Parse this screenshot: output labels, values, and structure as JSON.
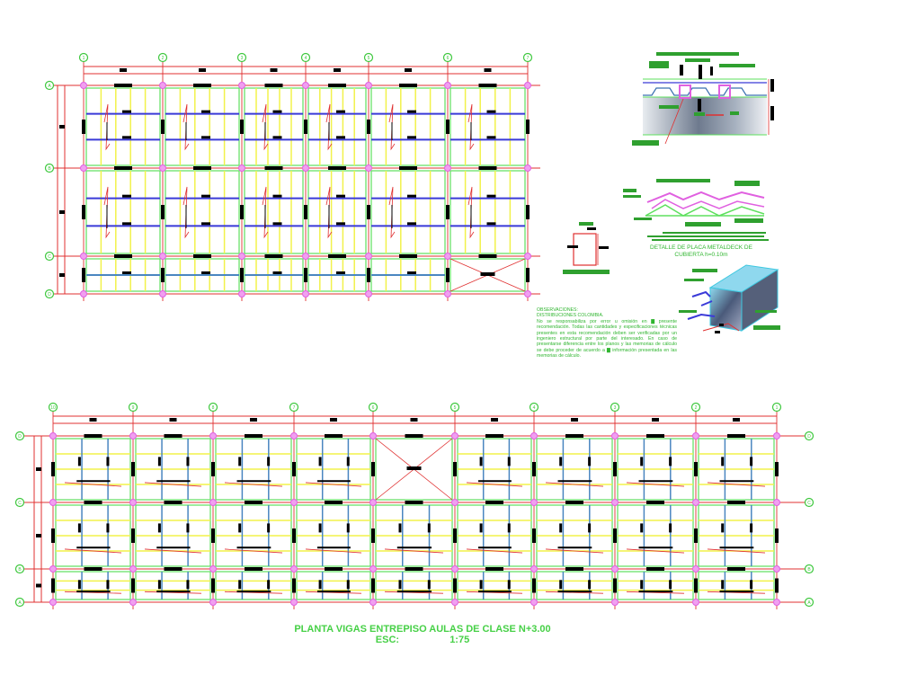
{
  "colors": {
    "axis_red": "#e03030",
    "beam_green": "#5ee05e",
    "joist_yellow": "#f2f24a",
    "beam_blue": "#3a3ad8",
    "joist_steelblue": "#4a86c0",
    "column_magenta": "#e060e0",
    "label_green": "#3ec83e",
    "tag_black": "#000000"
  },
  "top_plan": {
    "column_axes": [
      "1",
      "2",
      "3",
      "4",
      "5",
      "6",
      "7"
    ],
    "row_axes": [
      "A",
      "B",
      "C",
      "D"
    ],
    "x": [
      93,
      181,
      269,
      340,
      410,
      498,
      587
    ],
    "y": [
      95,
      187,
      285,
      327
    ]
  },
  "bottom_plan": {
    "column_axes": [
      "10",
      "9",
      "8",
      "7",
      "6",
      "5",
      "4",
      "3",
      "2",
      "1"
    ],
    "row_axes": [
      "D",
      "C",
      "B",
      "A"
    ],
    "x": [
      59,
      148,
      237,
      327,
      415,
      506,
      594,
      684,
      774,
      864
    ],
    "y": [
      485,
      559,
      633,
      670
    ]
  },
  "observations": {
    "heading1": "OBSERVACIONES:",
    "heading2": "DISTRIBUCIONES COLOMBIA.",
    "body": "No se responsabiliza por error u omisión en ▇ presente recomendación. Todas las cantidades y especificaciones técnicas presentes en esta recomendación deben ser verificadas por un ingeniero estructural por parte del interesado. En caso de presentarse diferencia entre los planos y las memorias de cálculo se debe proceder de acuerdo a ▇ información presentada en las memorias de cálculo."
  },
  "detail": {
    "caption_line1": "DETALLE DE PLACA METALDECK DE",
    "caption_line2": "CUBIERTA h=0.10m"
  },
  "title_block": {
    "title": "PLANTA VIGAS ENTREPISO AULAS DE CLASE N+3.00",
    "scale_label": "ESC:",
    "scale_value": "1:75"
  }
}
